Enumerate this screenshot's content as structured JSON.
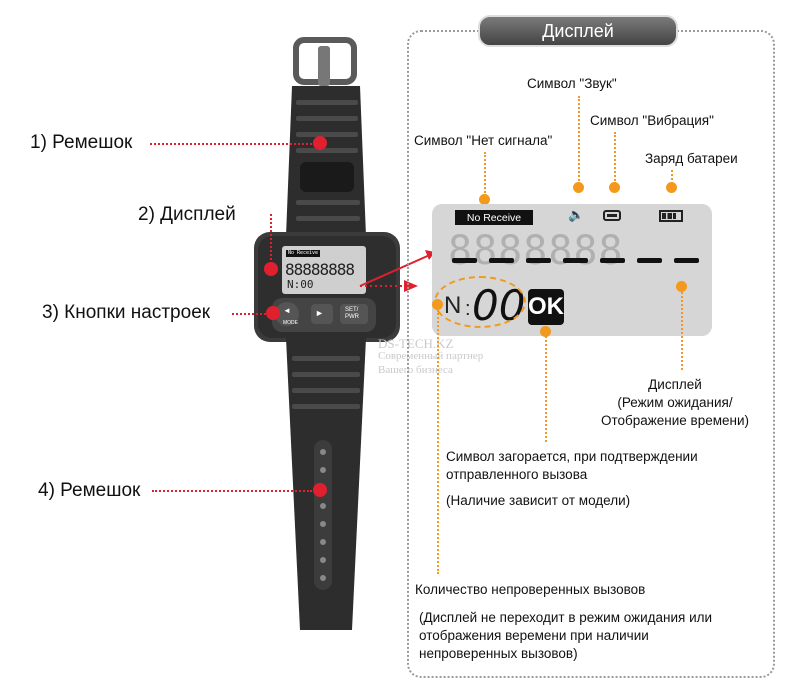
{
  "callouts": {
    "strap_top": "1) Ремешок",
    "display": "2) Дисплей",
    "buttons": "3) Кнопки настроек",
    "strap_bottom": "4) Ремешок"
  },
  "watch": {
    "mini_status": "No Receive",
    "mini_digits": "88888888",
    "mini_counter": "N:00",
    "btn_mode": "◄",
    "btn_mode_label": "MODE",
    "btn_next": "►",
    "btn_set": "SET/",
    "btn_set_label": "PWR"
  },
  "panel": {
    "title": "Дисплей",
    "sound_symbol": "Символ \"Звук\"",
    "no_signal_symbol": "Символ \"Нет сигнала\"",
    "vibration_symbol": "Символ \"Вибрация\"",
    "battery": "Заряд батареи",
    "lcd_status": "No Receive",
    "lcd_digits": "8888888",
    "lcd_counter_n": "N",
    "lcd_counter_value": "00",
    "lcd_ok": "OK",
    "display_desc_1": "Дисплей",
    "display_desc_2": "(Режим ожидания/",
    "display_desc_3": "Отображение времени)",
    "ok_desc_1": "Символ загорается, при подтверждении",
    "ok_desc_2": "отправленного вызова",
    "ok_desc_3": "(Наличие зависит от модели)",
    "count_desc_1": "Количество непроверенных  вызовов",
    "count_desc_2": "(Дисплей не переходит в режим ожидания или",
    "count_desc_3": "отображения веремени при наличии",
    "count_desc_4": "непроверенных вызовов)"
  },
  "watermark": {
    "brand": "DS-TECH.KZ",
    "line1": "Современный партнер",
    "line2": "Вашего бизнеса"
  },
  "colors": {
    "callout_red": "#e0202e",
    "callout_orange": "#f39a1e",
    "lcd_bg": "#d6d6d6"
  }
}
